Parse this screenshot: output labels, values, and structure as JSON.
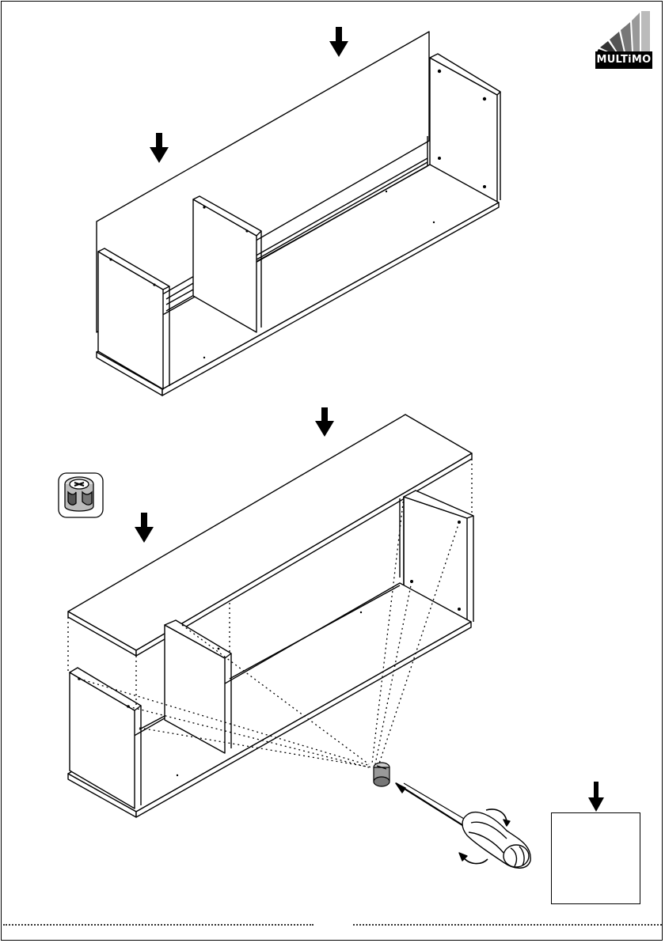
{
  "brand": {
    "logo_text": "MULTiMO",
    "logo_icon": "multimo-fan-logo"
  },
  "steps": [
    {
      "name": "install-back-panel",
      "arrows": 2
    },
    {
      "name": "attach-top-with-cam-locks",
      "arrows": 2,
      "hardware_icon": "cam-lock-fitting-icon",
      "tool_icon": "screwdriver-icon"
    }
  ],
  "tray_indicator": {
    "arrow_icon": "down-arrow-icon"
  },
  "colors": {
    "line": "#000000",
    "background": "#ffffff",
    "hardware_grey": "#bbbbbb"
  }
}
